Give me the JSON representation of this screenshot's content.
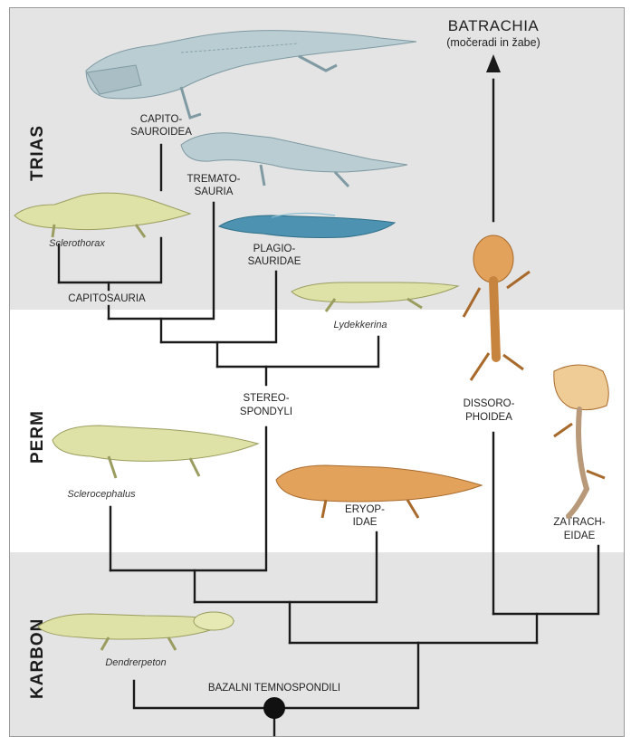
{
  "periods": {
    "trias": "TRIAS",
    "perm": "PERM",
    "karbon": "KARBON"
  },
  "title": {
    "main": "BATRACHIA",
    "sub": "(močeradi in žabe)"
  },
  "taxa": {
    "capitosauroidea": [
      "CAPITO-",
      "SAUROIDEA"
    ],
    "trematosauria": [
      "TREMATO-",
      "SAURIA"
    ],
    "plagiosauridae": [
      "PLAGIO-",
      "SAURIDAE"
    ],
    "sclerothorax": "Sclerothorax",
    "capitosauria": "CAPITOSAURIA",
    "lydekkerina": "Lydekkerina",
    "stereospondyli": [
      "STEREO-",
      "SPONDYLI"
    ],
    "dissorophoidea": [
      "DISSORO-",
      "PHOIDEA"
    ],
    "sclerocephalus": "Sclerocephalus",
    "eryopidae": [
      "ERYOP-",
      "IDAE"
    ],
    "zatracheidae": [
      "ZATRACH-",
      "EIDAE"
    ],
    "dendrerpeton": "Dendrerpeton",
    "bazalni": "BAZALNI TEMNOSPONDILI"
  },
  "colors": {
    "band_gray": "#e4e4e4",
    "band_white": "#ffffff",
    "border": "#9a9a9a",
    "tree": "#1a1a1a",
    "skeleton_blue_light": "#b9cdd3",
    "skeleton_blue": "#4d93b1",
    "skeleton_yellow": "#dfe2a6",
    "skeleton_orange": "#e2a25b",
    "skeleton_brown": "#d49a52"
  }
}
